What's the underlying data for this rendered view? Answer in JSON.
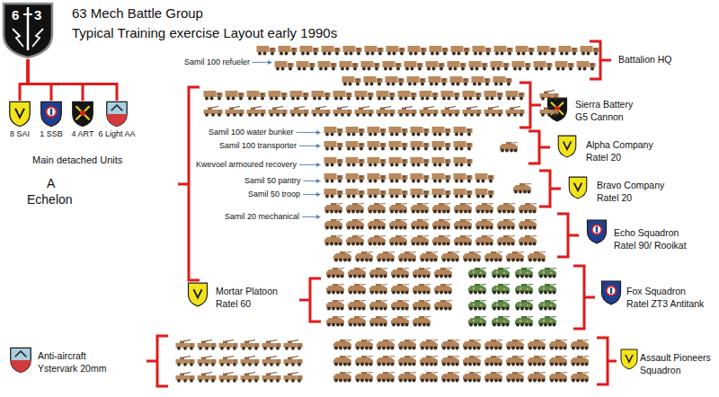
{
  "diagram": {
    "title": "63 Mech Battle Group",
    "caption": "Typical Training exercise Layout early 1990s",
    "nodes": [
      {
        "text": [
          "6",
          "3"
        ]
      },
      {
        "text": [
          "8 SAI"
        ]
      },
      {
        "text": [
          "1 SSB"
        ]
      },
      {
        "text": [
          "4 ART"
        ]
      },
      {
        "text": [
          "6 Light AA"
        ]
      }
    ],
    "edges": [
      {
        "from": 0,
        "to": 1,
        "arrow": "none"
      },
      {
        "from": 0,
        "to": 2,
        "arrow": "none"
      },
      {
        "from": 0,
        "to": 3,
        "arrow": "none"
      },
      {
        "from": 0,
        "to": 4,
        "arrow": "none"
      }
    ],
    "labels": [
      "Main detached Units",
      "Battalion HQ",
      "Sierra Battery",
      "G5 Cannon",
      "Alpha Company",
      "Ratel 20",
      "Bravo Company",
      "Ratel 20",
      "Echo Squadron",
      "Ratel 90/ Rooikat",
      "Fox Squadron",
      "Ratel ZT3 Antitank",
      "Samil 100 refueler",
      "Samil 100 water bunker",
      "Samil 100 transporter",
      "Kwevoel armoured recovery",
      "Samil 50 pantry",
      "Samil 50 troop",
      "Samil 20 mechanical",
      "A",
      "Echelon",
      "Mortar Platoon",
      "Ratel 60",
      "Anti-aircraft",
      "Ystervark 20mm",
      "Assault Pioneers",
      "Squadron"
    ]
  }
}
